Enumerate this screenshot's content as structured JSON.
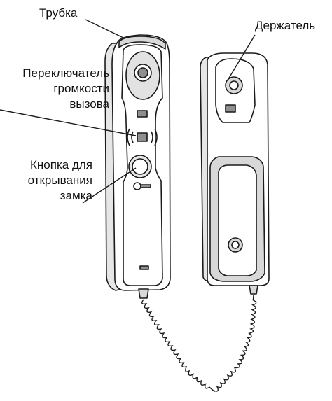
{
  "labels": {
    "handset": "Трубка",
    "holder": "Держатель",
    "volume_switch": "Переключатель\nгромкости\nвызова",
    "lock_button": "Кнопка для\nоткрывания\nзамка"
  },
  "colors": {
    "line": "#1a1a1a",
    "fill": "#ffffff",
    "shade": "#d8d8d8",
    "dark_shade": "#8f8f8f"
  }
}
